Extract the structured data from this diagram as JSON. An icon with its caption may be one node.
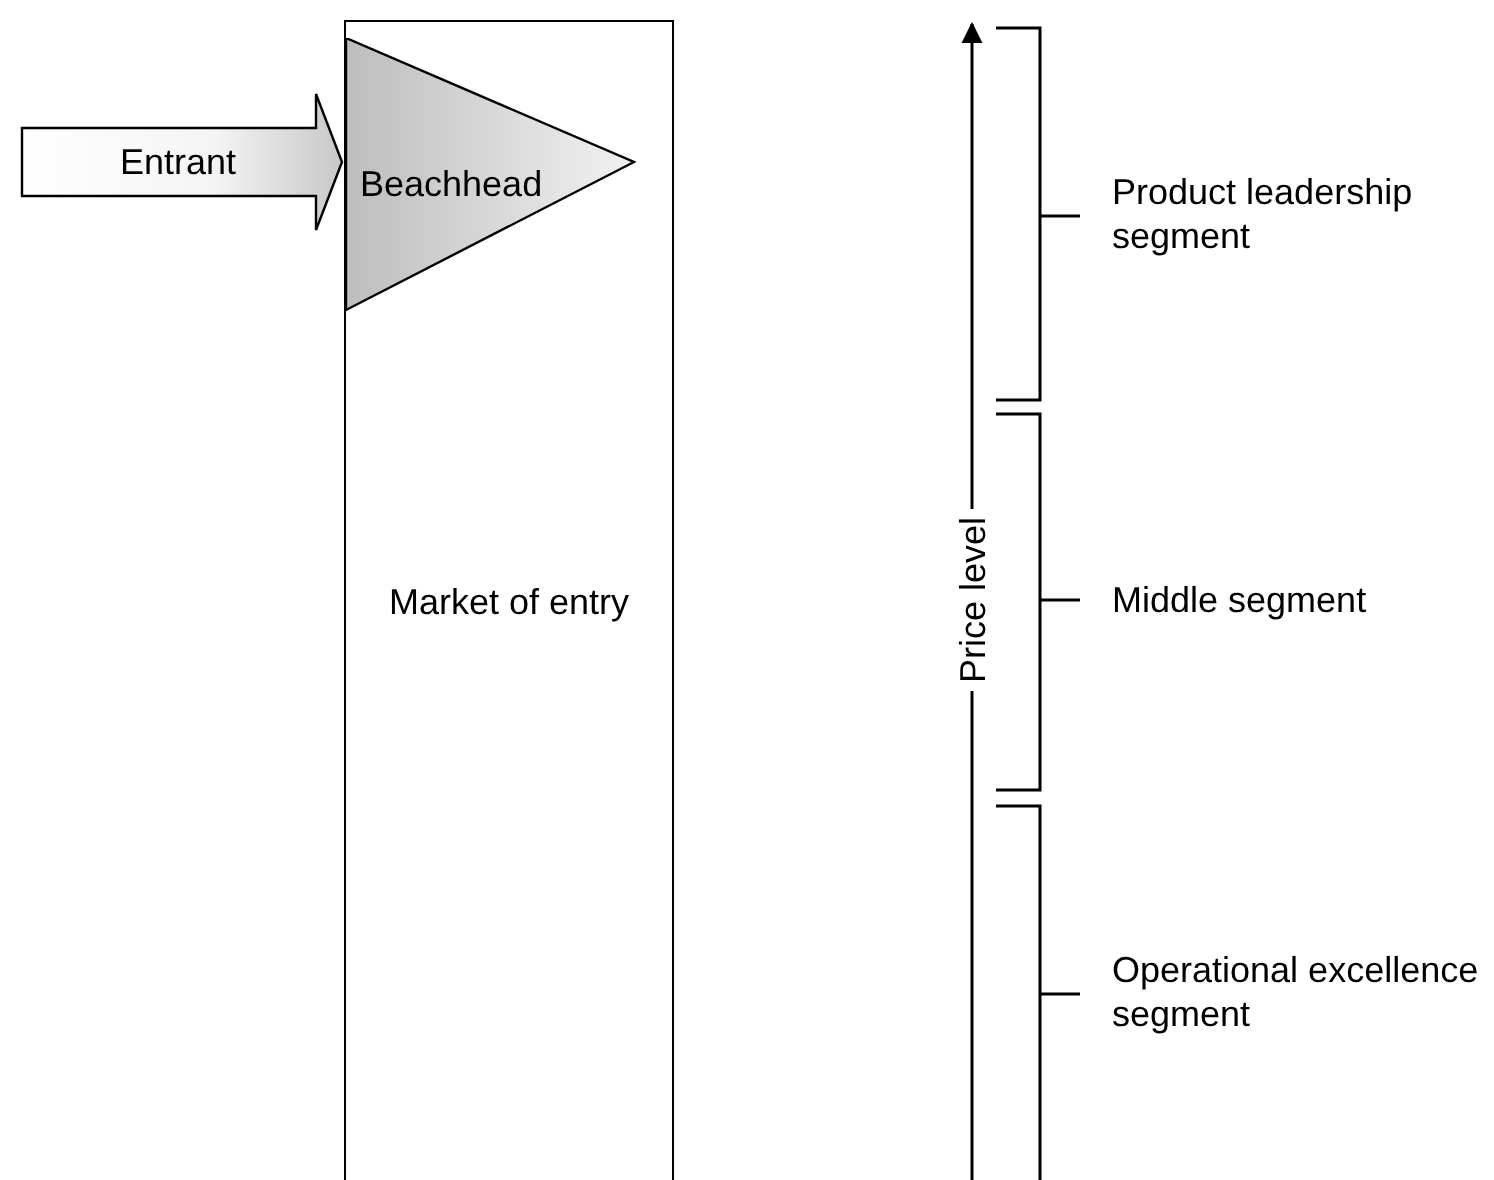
{
  "diagram": {
    "nodes": [
      {
        "text": [
          "Market of entry"
        ]
      },
      {
        "text": [
          "Beachhead"
        ],
        "in": 0
      },
      {
        "text": [
          "Entrant"
        ]
      }
    ],
    "labels": [
      "Price level",
      "Product leadership segment",
      "Middle segment",
      "Operational excellence segment"
    ]
  }
}
